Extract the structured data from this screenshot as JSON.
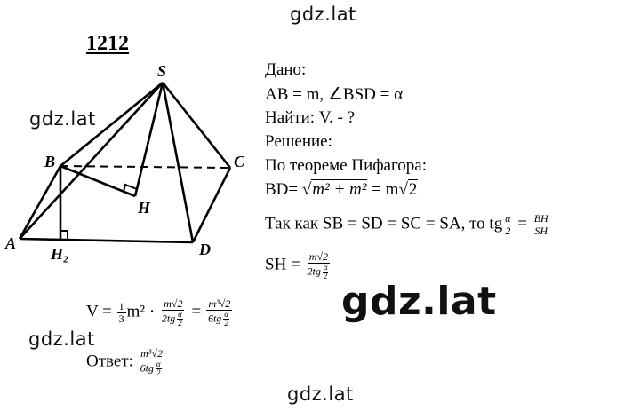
{
  "watermarks": [
    "gdz.lat",
    "gdz.lat",
    "gdz.lat",
    "gdz.lat",
    "gdz.lat"
  ],
  "problem_number": "1212",
  "figure": {
    "labels": {
      "S": "S",
      "B": "B",
      "C": "C",
      "A": "A",
      "D": "D",
      "H": "H",
      "H2": "H₂"
    }
  },
  "solution": {
    "given_header": "Дано:",
    "given_line": "AB = m, ∠BSD = α",
    "find_line": "Найти: V. - ?",
    "solution_header": "Решение:",
    "pythagoras_line": "По теореме Пифагора:",
    "bd_prefix": "BD=",
    "bd_radicand": "m² + m²",
    "bd_equals": "= m",
    "sqrt2": "2",
    "so_prefix": "Так как SB = SD = SC = SA, то tg",
    "alpha": "α",
    "two": "2",
    "equals": "=",
    "bh": "BH",
    "sh": "SH",
    "sh_prefix": "SH =",
    "sh_num": "m√2",
    "sh_den": "2tg",
    "v_prefix": "V  =",
    "one": "1",
    "three": "3",
    "m2": "m²",
    "dot": "·",
    "v_num2": "m³√2",
    "v_den2": "6tg",
    "answer_label": "Ответ:"
  }
}
